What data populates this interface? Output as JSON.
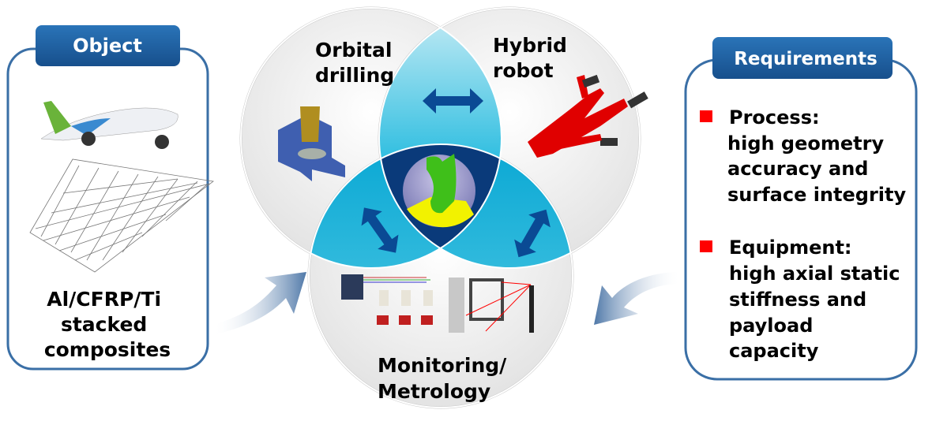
{
  "object_panel": {
    "title": "Object",
    "caption": [
      "Al/CFRP/Ti",
      "stacked",
      "composites"
    ]
  },
  "requirements_panel": {
    "title": "Requirements",
    "items": [
      {
        "heading": "Process:",
        "lines": [
          "high geometry",
          "accuracy and",
          "surface integrity"
        ]
      },
      {
        "heading": "Equipment:",
        "lines": [
          "high axial static",
          "stiffness and",
          "payload",
          "capacity"
        ]
      }
    ]
  },
  "venn": {
    "orbital": [
      "Orbital",
      "drilling"
    ],
    "robot": [
      "Hybrid",
      "robot"
    ],
    "monitoring": [
      "Monitoring/",
      "Metrology"
    ]
  },
  "colors": {
    "accent_blue": "#1f5fa0",
    "lens_cyan": "#12aed6",
    "center_navy": "#0a3a7a",
    "bullet_red": "#ff0000"
  }
}
